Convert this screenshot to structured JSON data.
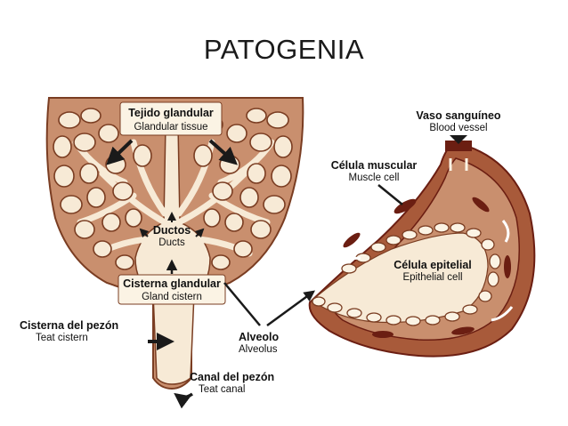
{
  "slide": {
    "title": "PATOGENIA"
  },
  "labels": {
    "glandular_tissue": {
      "es": "Tejido glandular",
      "en": "Glandular tissue"
    },
    "ducts": {
      "es": "Ductos",
      "en": "Ducts"
    },
    "gland_cistern": {
      "es": "Cisterna glandular",
      "en": "Gland cistern"
    },
    "teat_cistern": {
      "es": "Cisterna del pezón",
      "en": "Teat cistern"
    },
    "teat_canal": {
      "es": "Canal del pezón",
      "en": "Teat canal"
    },
    "alveolus": {
      "es": "Alveolo",
      "en": "Alveolus"
    },
    "blood_vessel": {
      "es": "Vaso sanguíneo",
      "en": "Blood vessel"
    },
    "muscle_cell": {
      "es": "Célula muscular",
      "en": "Muscle cell"
    },
    "epithelial_cell": {
      "es": "Célula epitelial",
      "en": "Epithelial cell"
    }
  },
  "colors": {
    "tissue_fill": "#c98f6e",
    "tissue_dark": "#7a3d22",
    "lumen_fill": "#f7ead6",
    "label_box": "#fbf3e4",
    "muscle": "#6b1e12",
    "arrow": "#1a1a1a"
  }
}
